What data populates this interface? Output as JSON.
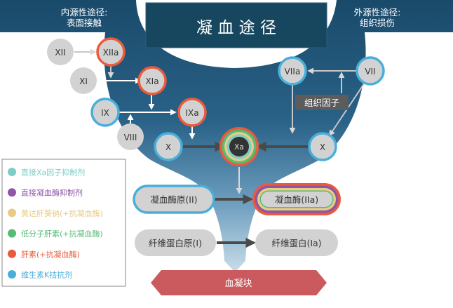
{
  "title": "凝 血 途 径",
  "intrinsic_label": [
    "内源性途径:",
    "表面接触"
  ],
  "extrinsic_label": [
    "外源性途径:",
    "组织损伤"
  ],
  "factors": {
    "XII": "XII",
    "XIIa": "XIIa",
    "XI": "XI",
    "XIa": "XIa",
    "IX": "IX",
    "IXa": "IXa",
    "VIII": "VIII",
    "X_left": "X",
    "Xa": "Xa",
    "X_right": "X",
    "VIIa": "VIIa",
    "VII": "VII"
  },
  "tissue_factor": "组织因子",
  "prothrombin": "凝血酶原(II)",
  "thrombin": "凝血酶(IIa)",
  "fibrinogen": "纤维蛋白原(I)",
  "fibrin": "纤维蛋白(Ia)",
  "clot": "血凝块",
  "legend": [
    {
      "label": "直接Xa因子抑制剂",
      "color": "#7ecdc6"
    },
    {
      "label": "直接凝血酶抑制剂",
      "color": "#8e55a8"
    },
    {
      "label": "黄达肝葵钠(+抗凝血酶)",
      "color": "#e6cc84"
    },
    {
      "label": "低分子肝素(+抗凝血酶)",
      "color": "#55bb77"
    },
    {
      "label": "肝素(+抗凝血酶)",
      "color": "#ea5a3c"
    },
    {
      "label": "维生素K拮抗剂",
      "color": "#4aaed9"
    }
  ],
  "colors": {
    "navy": "#1b4f6e",
    "title_bg": "#17465f",
    "orange_ring": "#ea5a3c",
    "blue_ring": "#4aaed9",
    "node_fill": "#d2d2d2",
    "clot_red": "#cb5a5e"
  }
}
